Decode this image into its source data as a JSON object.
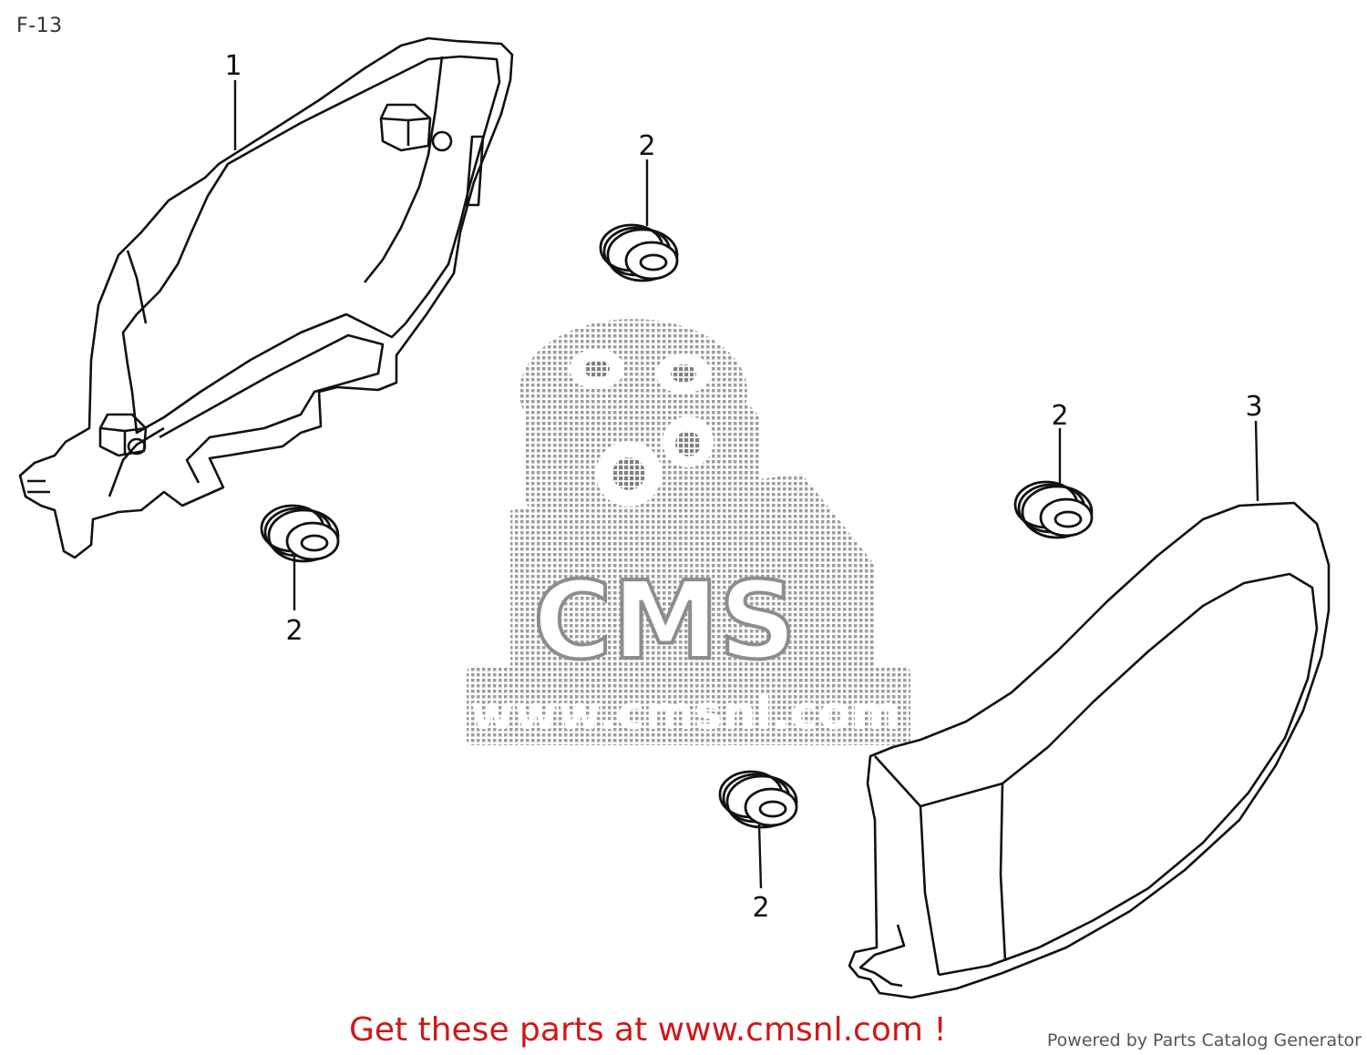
{
  "diagram": {
    "page_code": "F-13",
    "watermark": {
      "brand": "CMS",
      "url": "www.cmsnl.com"
    },
    "callouts": [
      "1",
      "2",
      "2",
      "2",
      "2",
      "3"
    ]
  },
  "footer": {
    "cta_text": "Get these parts at www.cmsnl.com !",
    "powered_by": "Powered by Parts Catalog Generator"
  },
  "colors": {
    "line": "#111111",
    "cta": "#cc1a1a",
    "watermark": "#9a9a9a"
  },
  "icons": [
    "side-cover-left-part-1",
    "grommet-part-2",
    "side-cover-right-part-3",
    "cms-mascot-watermark"
  ]
}
